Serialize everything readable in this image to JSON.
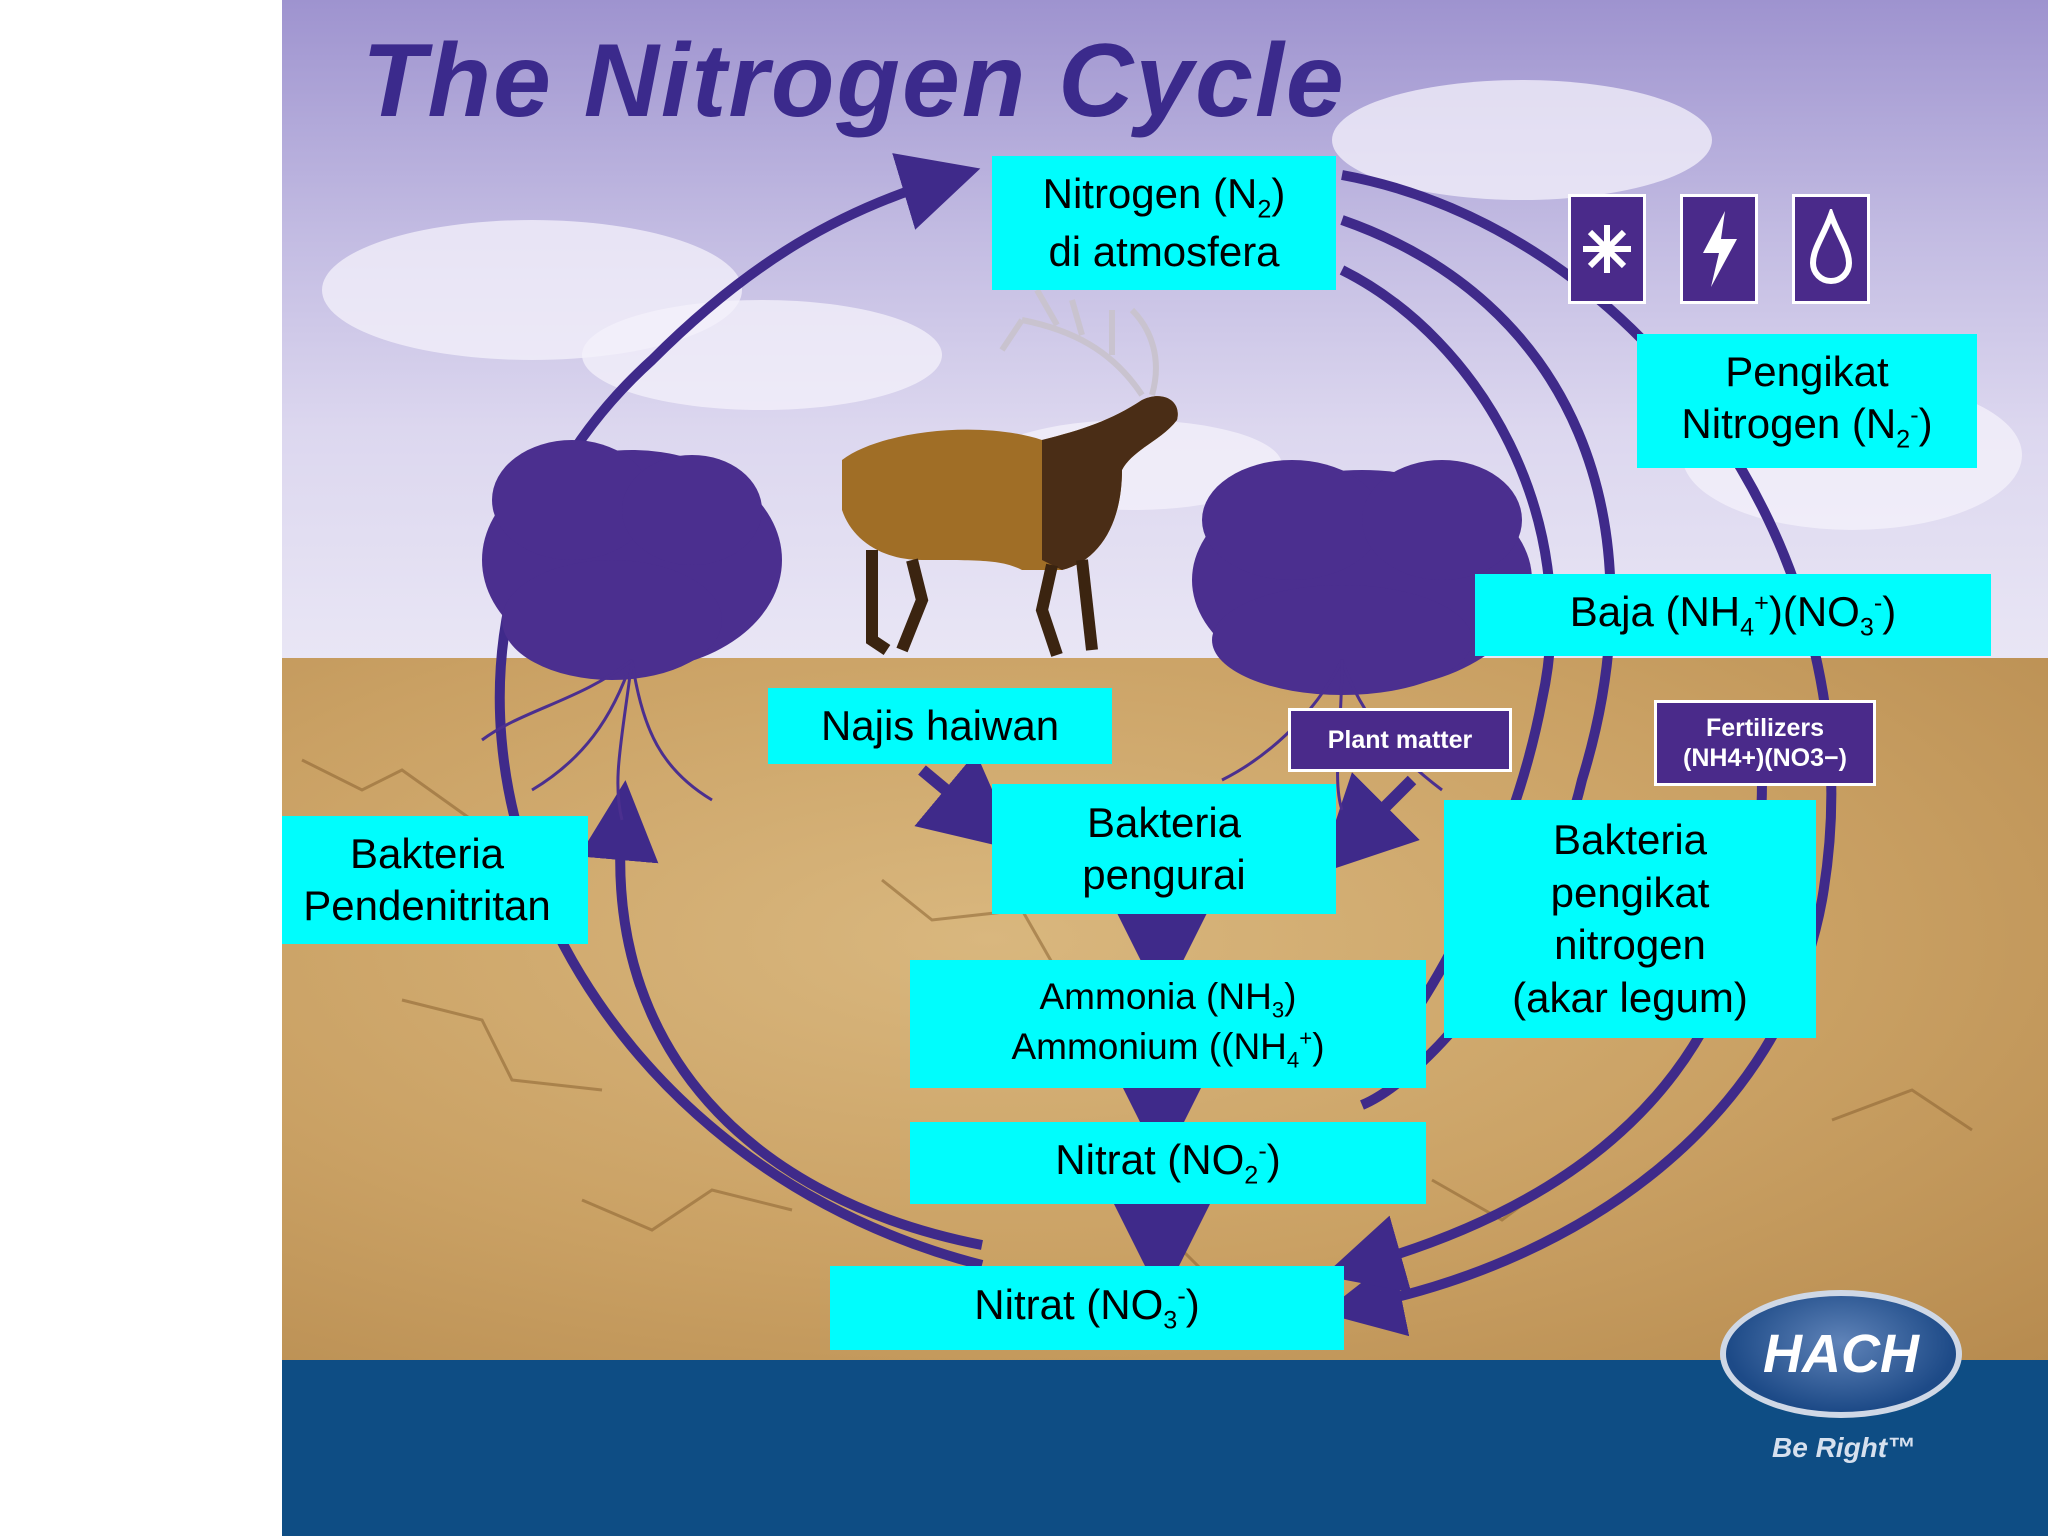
{
  "title": "The Nitrogen Cycle",
  "labels": {
    "atmosphere": {
      "line1": "Nitrogen (N",
      "sub": "2",
      "line1_end": ")",
      "line2": "di atmosfera"
    },
    "fixers": {
      "line1": "Pengikat",
      "line2": "Nitrogen (N",
      "sub": "2",
      "sup": "-",
      "line2_end": ")"
    },
    "fertilizer_label": {
      "text": "Baja (NH",
      "sub1": "4",
      "sup1": "+",
      "mid": ")(NO",
      "sub2": "3",
      "sup2": "-",
      "end": ")"
    },
    "animal_waste": "Najis haiwan",
    "decomposers": {
      "line1": "Bakteria",
      "line2": "pengurai"
    },
    "denitrifying": {
      "line1": "Bakteria",
      "line2": "Pendenitritan"
    },
    "fixing_bacteria": {
      "line1": "Bakteria",
      "line2": "pengikat",
      "line3": "nitrogen",
      "line4": "(akar legum)"
    },
    "ammonia": {
      "line1": "Ammonia (NH",
      "sub1": "3",
      "line1_end": ")",
      "line2": "Ammonium ((NH",
      "sub2": "4",
      "sup2": "+",
      "line2_end": ")"
    },
    "nitrite": {
      "text": "Nitrat (NO",
      "sub": "2",
      "sup": "-",
      "end": ")"
    },
    "nitrate": {
      "text": "Nitrat (NO",
      "sub": "3",
      "sup": "-",
      "end": ")"
    }
  },
  "tags": {
    "plant_matter": "Plant matter",
    "fertilizers_line1": "Fertilizers",
    "fertilizers_line2": "(NH4+)(NO3−)"
  },
  "icons": [
    "snowflake-icon",
    "lightning-icon",
    "water-drop-icon"
  ],
  "brand": {
    "logo": "HACH",
    "slogan": "Be Right™"
  },
  "colors": {
    "label_bg": "#00fdfd",
    "arrow": "#3f2a8a",
    "band": "#0e4d84"
  }
}
